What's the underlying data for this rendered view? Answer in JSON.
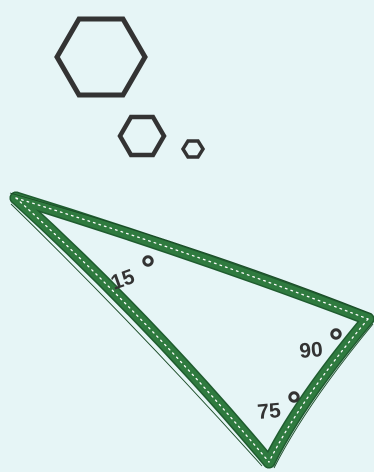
{
  "colors": {
    "background": "#e6f5f6",
    "hexagon_stroke": "#333333",
    "triangle_green": "#2f7a3f",
    "label_text": "#333333"
  },
  "shapes": {
    "hexagons": [
      {
        "name": "large-hexagon-icon"
      },
      {
        "name": "medium-hexagon-icon"
      },
      {
        "name": "small-hexagon-icon"
      }
    ],
    "triangle": {
      "style": "green leaf-like hatched outline",
      "angles": {
        "top_left": "15",
        "right": "90",
        "bottom": "75"
      },
      "degree_symbol": "°"
    }
  }
}
